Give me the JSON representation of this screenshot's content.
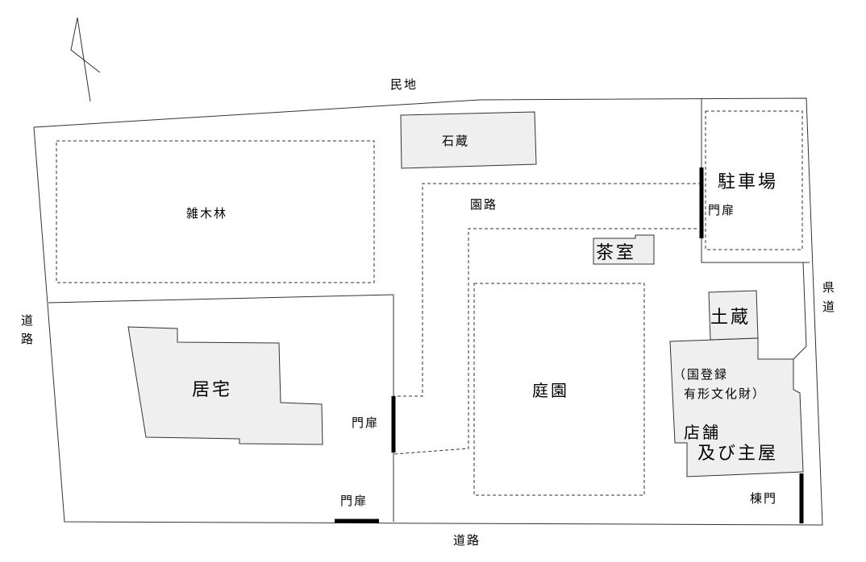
{
  "map": {
    "neighbors": {
      "north": "民地",
      "west": "道路",
      "south": "道路",
      "east": "県道"
    },
    "areas": {
      "woodland": "雑木林",
      "garden": "庭園",
      "parking": "駐車場",
      "garden_path": "園路"
    },
    "buildings": {
      "stone_storehouse": "石蔵",
      "tea_room": "茶室",
      "residence": "居宅",
      "earthen_storehouse": "土蔵",
      "shop_main": {
        "note_line1": "（国登録",
        "note_line2": "有形文化財）",
        "name_line1": "店舗",
        "name_line2": "及び主屋"
      }
    },
    "gates": {
      "parking_gate": "門扉",
      "inner_gate": "門扉",
      "south_gate": "門扉",
      "ridge_gate": "棟門"
    }
  }
}
